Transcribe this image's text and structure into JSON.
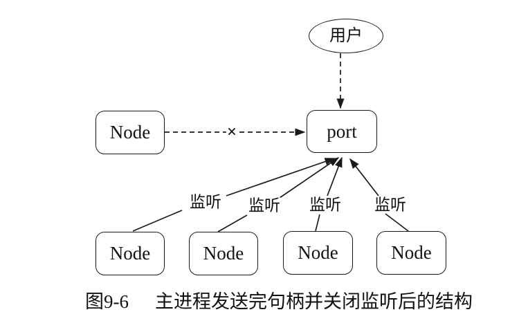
{
  "figure": {
    "user": {
      "label": "用户"
    },
    "port": {
      "label": "port"
    },
    "detached_node": {
      "label": "Node"
    },
    "closed_mark": "×",
    "worker_nodes": [
      {
        "label": "Node",
        "listen_label": "监听"
      },
      {
        "label": "Node",
        "listen_label": "监听"
      },
      {
        "label": "Node",
        "listen_label": "监听"
      },
      {
        "label": "Node",
        "listen_label": "监听"
      }
    ]
  },
  "caption": {
    "figure_number": "图9-6",
    "title": "主进程发送完句柄并关闭监听后的结构"
  },
  "colors": {
    "ink": "#1a1a1a",
    "background": "#ffffff"
  }
}
